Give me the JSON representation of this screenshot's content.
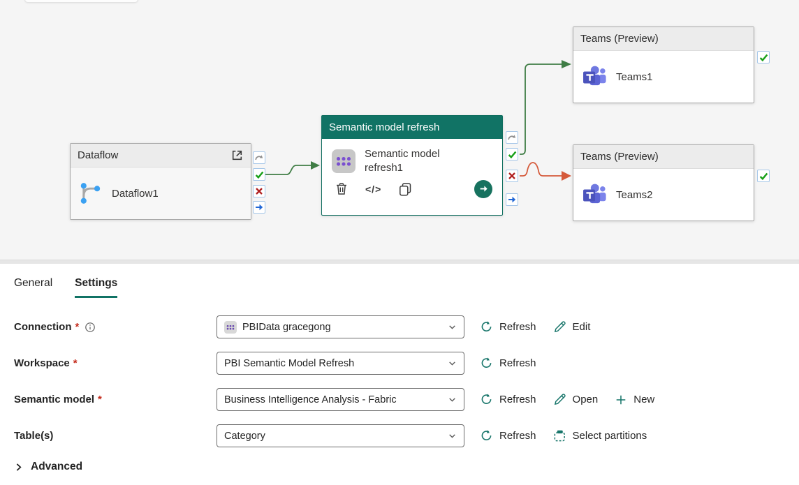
{
  "canvas": {
    "nodes": {
      "dataflow": {
        "type_label": "Dataflow",
        "name": "Dataflow1"
      },
      "semantic_refresh": {
        "type_label": "Semantic model refresh",
        "name": "Semantic model refresh1"
      },
      "teams1": {
        "type_label": "Teams (Preview)",
        "name": "Teams1"
      },
      "teams2": {
        "type_label": "Teams (Preview)",
        "name": "Teams2"
      }
    },
    "ports": {
      "skip": "gray-curved-arrow",
      "success": "green-check",
      "fail": "red-x",
      "complete": "blue-arrow"
    },
    "colors": {
      "accent_teal": "#117365",
      "connector_success": "#3f7d45",
      "connector_fail": "#d55a3a",
      "port_success": "#18a018",
      "port_fail": "#b01e1e",
      "port_complete": "#2167d6"
    }
  },
  "panel": {
    "tabs": [
      {
        "label": "General",
        "active": false
      },
      {
        "label": "Settings",
        "active": true
      }
    ],
    "fields": [
      {
        "label": "Connection",
        "required": "*",
        "value": "PBIData gracegong",
        "actions": [
          {
            "label": "Refresh"
          },
          {
            "label": "Edit"
          }
        ]
      },
      {
        "label": "Workspace",
        "required": "*",
        "value": "PBI Semantic Model Refresh",
        "actions": [
          {
            "label": "Refresh"
          }
        ]
      },
      {
        "label": "Semantic model",
        "required": "*",
        "value": "Business Intelligence Analysis - Fabric",
        "actions": [
          {
            "label": "Refresh"
          },
          {
            "label": "Open"
          },
          {
            "label": "New"
          }
        ]
      },
      {
        "label": "Table(s)",
        "required": "",
        "value": "Category",
        "actions": [
          {
            "label": "Refresh"
          },
          {
            "label": "Select partitions"
          }
        ]
      }
    ],
    "advanced_label": "Advanced",
    "icons": {
      "dropdown_chevron": "chevron-down",
      "connection_value_icon": "semantic-model",
      "refresh": "circular-arrow",
      "edit_open": "pencil",
      "new": "plus",
      "select_partitions": "dashed-selection-rect",
      "advanced_toggle": "chevron-right",
      "connection_info": "info-circle"
    }
  }
}
